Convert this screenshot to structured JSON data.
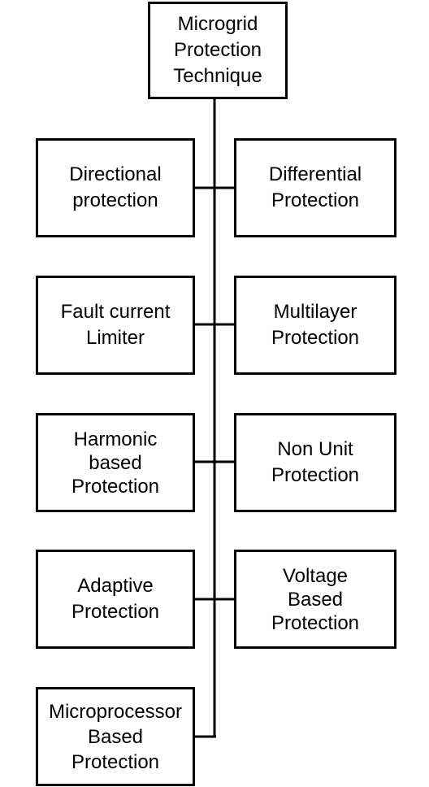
{
  "root": {
    "lines": [
      "Microgrid",
      "Protection",
      "Technique"
    ]
  },
  "left": [
    {
      "lines": [
        "Directional",
        "protection"
      ]
    },
    {
      "lines": [
        "Fault current",
        "Limiter"
      ]
    },
    {
      "lines": [
        "Harmonic",
        "based",
        "Protection"
      ]
    },
    {
      "lines": [
        "Adaptive",
        "Protection"
      ]
    },
    {
      "lines": [
        "Microprocessor",
        "Based",
        "Protection"
      ]
    }
  ],
  "right": [
    {
      "lines": [
        "Differential",
        "Protection"
      ]
    },
    {
      "lines": [
        "Multilayer",
        "Protection"
      ]
    },
    {
      "lines": [
        "Non Unit",
        "Protection"
      ]
    },
    {
      "lines": [
        "Voltage",
        "Based",
        "Protection"
      ]
    }
  ]
}
